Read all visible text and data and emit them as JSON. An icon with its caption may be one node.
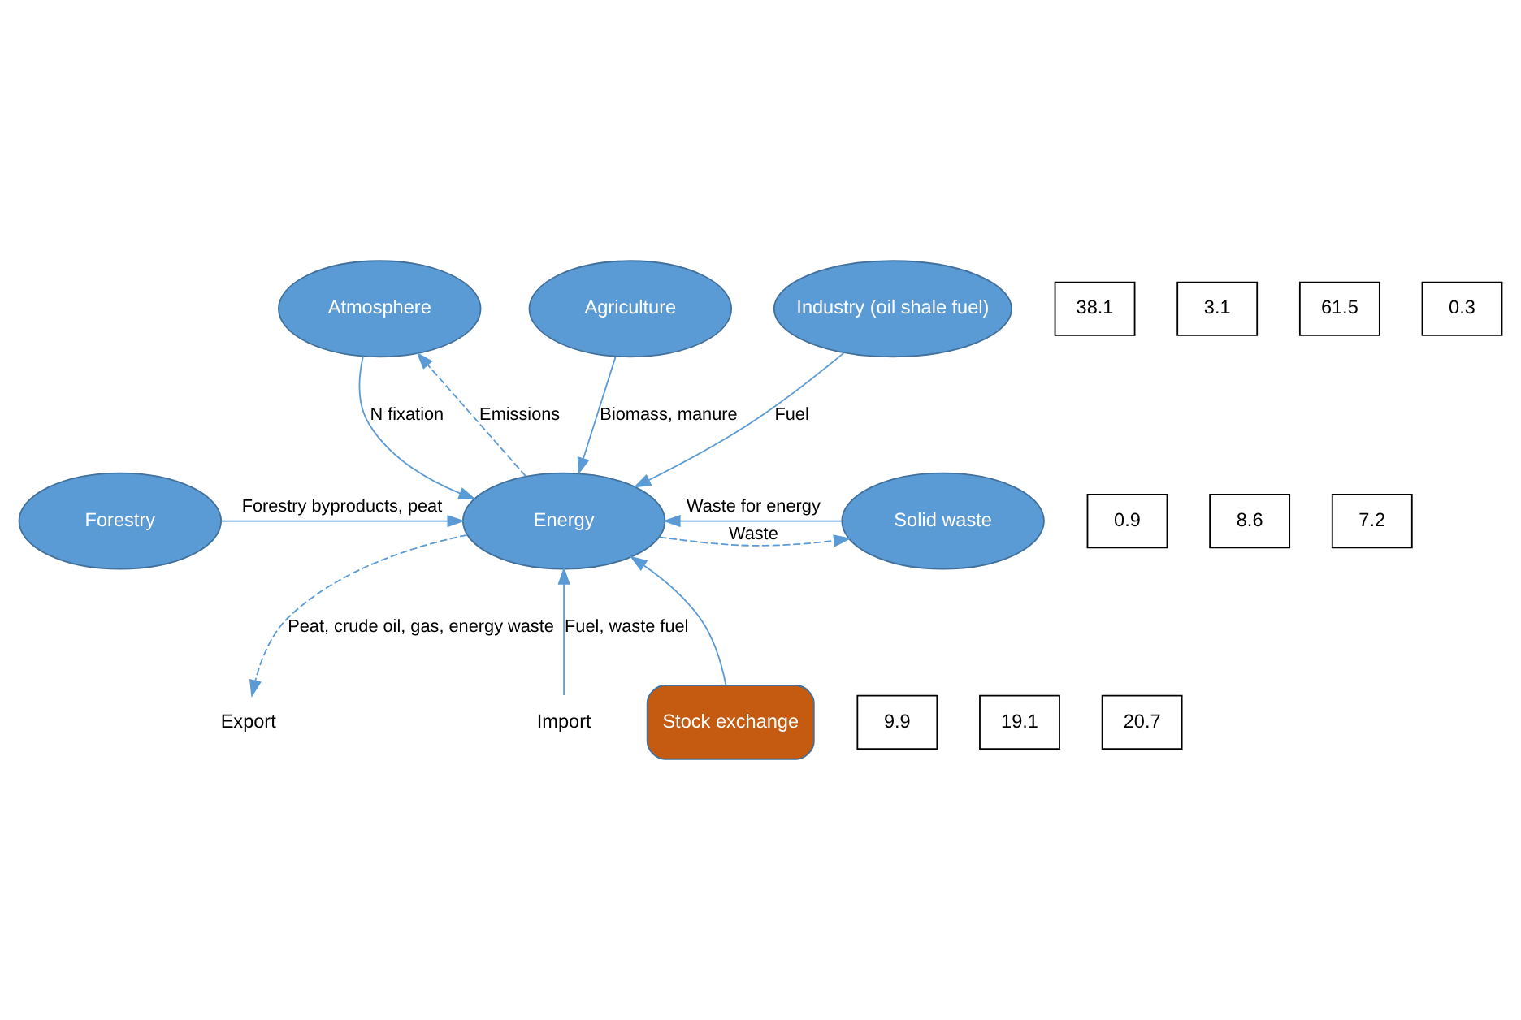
{
  "diagram": {
    "nodes": [
      {
        "text": [
          "Atmosphere"
        ]
      },
      {
        "text": [
          "Agriculture"
        ]
      },
      {
        "text": [
          "Industry (oil shale fuel)"
        ]
      },
      {
        "text": [
          "38.1"
        ]
      },
      {
        "text": [
          "3.1"
        ]
      },
      {
        "text": [
          "61.5"
        ]
      },
      {
        "text": [
          "0.3"
        ]
      },
      {
        "text": [
          "Solid waste"
        ]
      },
      {
        "text": [
          "0.9"
        ]
      },
      {
        "text": [
          "Energy"
        ]
      },
      {
        "text": [
          "8.6"
        ]
      },
      {
        "text": [
          "Forestry"
        ]
      },
      {
        "text": [
          "7.2"
        ]
      },
      {
        "text": [
          "9.9"
        ]
      },
      {
        "text": [
          "19.1"
        ]
      },
      {
        "text": [
          "20.7"
        ]
      },
      {
        "text": [
          "Export"
        ]
      },
      {
        "text": [
          "Import"
        ]
      },
      {
        "text": [
          "Stock exchange"
        ]
      }
    ],
    "edges": [
      {
        "from": 2,
        "to": 9,
        "arrow": "to",
        "label": "Fuel"
      },
      {
        "from": 0,
        "to": 9,
        "arrow": "to",
        "label": "N fixation"
      },
      {
        "from": 9,
        "to": 0,
        "arrow": "to",
        "label": "Emissions",
        "style": "dashed"
      },
      {
        "from": 1,
        "to": 9,
        "arrow": "to",
        "label": "Biomass, manure"
      },
      {
        "from": 7,
        "to": 9,
        "arrow": "to",
        "label": "Waste for energy"
      },
      {
        "from": 9,
        "to": 7,
        "arrow": "to",
        "label": "Waste",
        "style": "dashed"
      },
      {
        "from": 11,
        "to": 9,
        "arrow": "to",
        "label": "Forestry byproducts, peat"
      },
      {
        "from": 17,
        "to": 9,
        "arrow": "to",
        "label": "Fuel, waste fuel"
      },
      {
        "from": 18,
        "to": 9,
        "arrow": "to"
      },
      {
        "from": 9,
        "to": 16,
        "arrow": "to",
        "label": "Peat, crude oil, gas, energy waste",
        "style": "dashed"
      }
    ]
  }
}
